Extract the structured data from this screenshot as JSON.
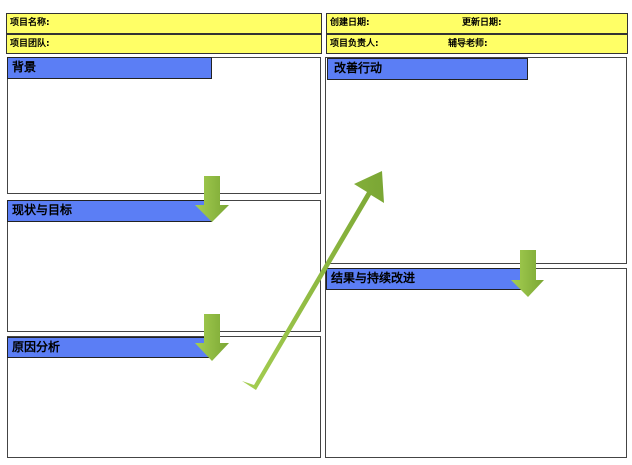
{
  "header": {
    "project_name": "项目名称:",
    "create_date": "创建日期:",
    "update_date": "更新日期:",
    "project_team": "项目团队:",
    "project_lead": "项目负责人:",
    "advisor": "辅导老师:"
  },
  "sections": {
    "background": "背景",
    "current_target": "现状与目标",
    "root_cause": "原因分析",
    "improvement": "改善行动",
    "results": "结果与持续改进"
  },
  "colors": {
    "header_bg": "#ffff66",
    "tab_bg": "#5b7ef5",
    "arrow_green": "#8dba3f"
  }
}
